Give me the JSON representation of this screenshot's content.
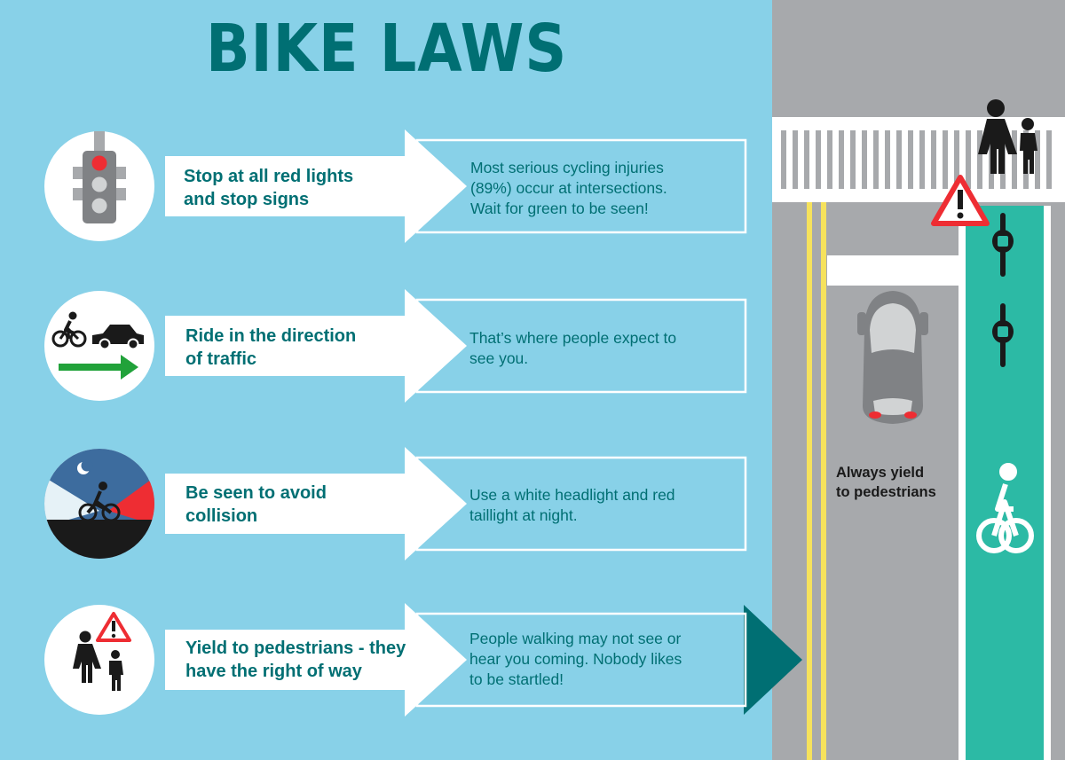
{
  "title": "BIKE LAWS",
  "colors": {
    "sky": "#88d1e8",
    "teal_dark": "#006f73",
    "road": "#a7a9ac",
    "bike_lane": "#2cbaa5",
    "red": "#ee2d33",
    "green": "#21a23a",
    "yellow_line": "#f6e25c",
    "white": "#ffffff",
    "black": "#1a1a1a"
  },
  "rules": [
    {
      "icon": "traffic-light-icon",
      "title": "Stop at all red lights and stop signs",
      "title_lines": [
        "Stop at all red lights",
        "and stop signs"
      ],
      "desc_lines": [
        "Most serious cycling injuries",
        "(89%) occur at intersections.",
        "Wait for green to be seen!"
      ]
    },
    {
      "icon": "bike-car-direction-icon",
      "title": "Ride in the direction of traffic",
      "title_lines": [
        "Ride in the direction",
        "of traffic"
      ],
      "desc_lines": [
        "That’s where people expect to",
        "see you."
      ]
    },
    {
      "icon": "night-cyclist-icon",
      "title": "Be seen to avoid collision",
      "title_lines": [
        "Be seen to avoid",
        "collision"
      ],
      "desc_lines": [
        "Use a white headlight and red",
        "taillight at night."
      ]
    },
    {
      "icon": "pedestrians-warning-icon",
      "title": "Yield to pedestrians - they have the right of way",
      "title_lines": [
        "Yield to pedestrians - they",
        "have the right of way"
      ],
      "desc_lines": [
        "People walking may not see or",
        "hear you coming. Nobody likes",
        "to be startled!"
      ]
    }
  ],
  "road": {
    "label_lines": [
      "Always yield",
      "to pedestrians"
    ]
  }
}
